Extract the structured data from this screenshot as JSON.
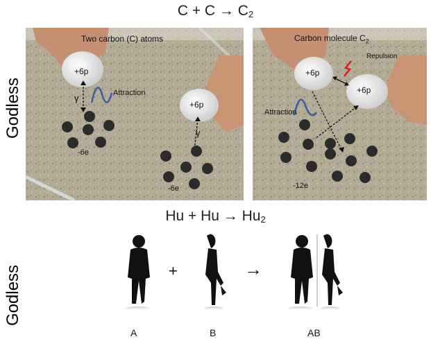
{
  "equations": {
    "top": {
      "lhs": "C + C → C",
      "sub": "2"
    },
    "middle": {
      "lhs": "Hu + Hu → Hu",
      "sub": "2"
    }
  },
  "side_labels": {
    "top": "Godless",
    "bottom": "Godless"
  },
  "photo_left": {
    "title": "Two carbon (C) atoms",
    "proton_left": "+6p",
    "proton_right": "+6p",
    "gamma_left": "γ",
    "gamma_right": "γ",
    "attraction": "Attraction",
    "electrons_left": "-6e",
    "electrons_right": "-6e"
  },
  "photo_right": {
    "title": "Carbon molecule C",
    "title_sub": "2",
    "repulsion": "Repulsion",
    "proton_left": "+6p",
    "proton_right": "+6p",
    "attraction": "Attraction",
    "electrons": "-12e"
  },
  "figures": {
    "plus": "+",
    "arrow": "→",
    "captions": [
      "A",
      "B",
      "AB"
    ]
  },
  "colors": {
    "wave_blue": "#3a5fa0",
    "wave_red": "#d42020",
    "countertop": "#b3ab95"
  }
}
